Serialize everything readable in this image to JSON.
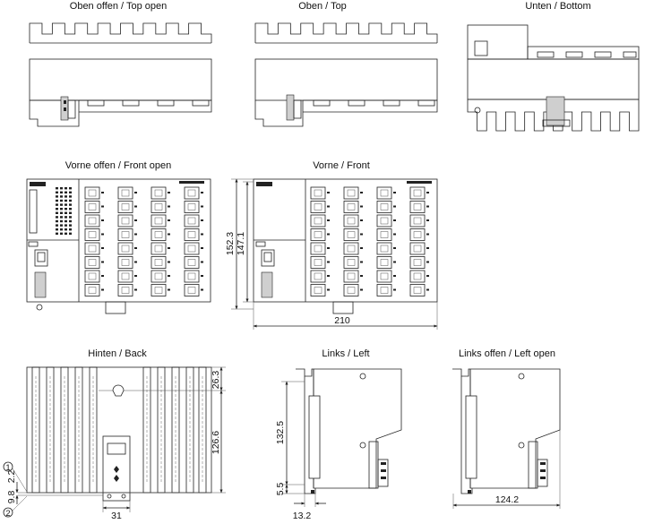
{
  "views": {
    "top_open": "Oben offen / Top open",
    "top": "Oben / Top",
    "bottom": "Unten / Bottom",
    "front_open": "Vorne offen / Front open",
    "front": "Vorne / Front",
    "back": "Hinten / Back",
    "left": "Links / Left",
    "left_open": "Links offen / Left open"
  },
  "dimensions": {
    "front_height_outer": "152.3",
    "front_height_inner": "147.1",
    "front_width": "210",
    "back_top": "26.3",
    "back_height": "126.6",
    "back_bottom_a": "2.2",
    "back_bottom_b": "9.8",
    "back_rail": "31",
    "left_height": "132.5",
    "left_bottom": "5.5",
    "left_depth": "13.2",
    "left_open_depth": "124.2"
  },
  "markers": {
    "marker_1": "1",
    "marker_2": "2"
  }
}
